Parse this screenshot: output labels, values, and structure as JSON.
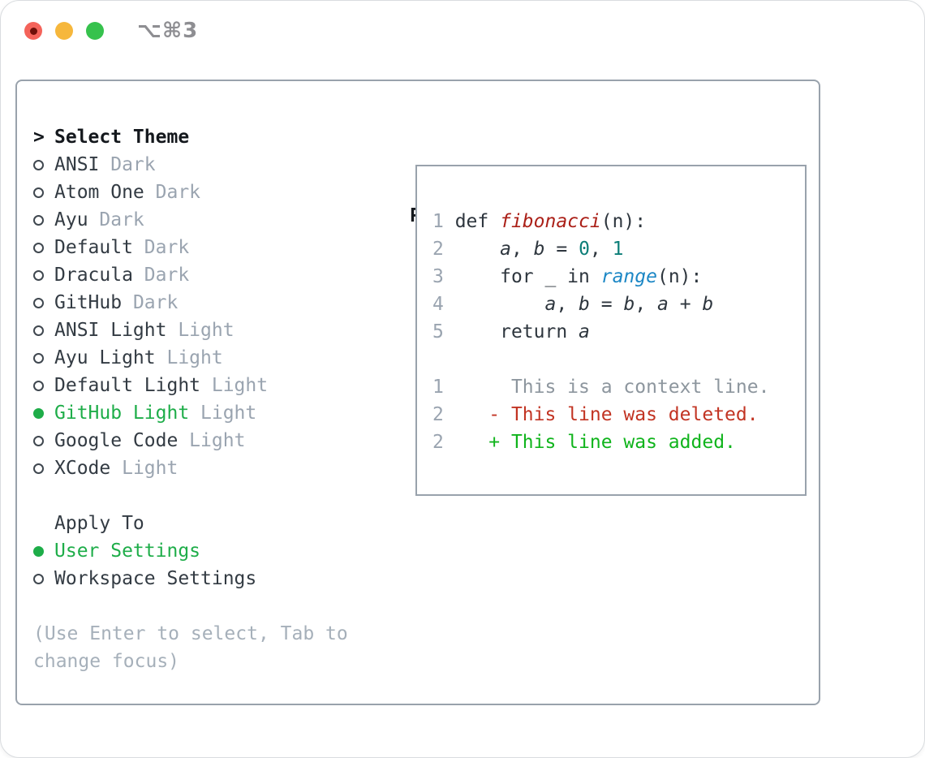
{
  "window": {
    "title": "⌥⌘3"
  },
  "traffic_lights": [
    "close",
    "minimize",
    "zoom"
  ],
  "theme_picker": {
    "left_rows": [
      {
        "type": "header",
        "prefix": ">",
        "text": "Select Theme"
      },
      {
        "type": "theme",
        "name": "ANSI",
        "variant": "Dark",
        "selected": false
      },
      {
        "type": "theme",
        "name": "Atom One",
        "variant": "Dark",
        "selected": false
      },
      {
        "type": "theme",
        "name": "Ayu",
        "variant": "Dark",
        "selected": false
      },
      {
        "type": "theme",
        "name": "Default",
        "variant": "Dark",
        "selected": false
      },
      {
        "type": "theme",
        "name": "Dracula",
        "variant": "Dark",
        "selected": false
      },
      {
        "type": "theme",
        "name": "GitHub",
        "variant": "Dark",
        "selected": false
      },
      {
        "type": "theme",
        "name": "ANSI Light",
        "variant": "Light",
        "selected": false
      },
      {
        "type": "theme",
        "name": "Ayu Light",
        "variant": "Light",
        "selected": false
      },
      {
        "type": "theme",
        "name": "Default Light",
        "variant": "Light",
        "selected": false
      },
      {
        "type": "theme",
        "name": "GitHub Light",
        "variant": "Light",
        "selected": true
      },
      {
        "type": "theme",
        "name": "Google Code",
        "variant": "Light",
        "selected": false
      },
      {
        "type": "theme",
        "name": "XCode",
        "variant": "Light",
        "selected": false
      },
      {
        "type": "blank"
      },
      {
        "type": "subheader",
        "text": "Apply To"
      },
      {
        "type": "target",
        "name": "User Settings",
        "selected": true
      },
      {
        "type": "target",
        "name": "Workspace Settings",
        "selected": false
      },
      {
        "type": "blank"
      },
      {
        "type": "hint",
        "text": "(Use Enter to select, Tab to"
      },
      {
        "type": "hint",
        "text": "change focus)"
      }
    ]
  },
  "preview": {
    "title": "Preview",
    "lines": [
      {
        "num": "1",
        "tokens": [
          [
            "plain",
            "def "
          ],
          [
            "func",
            "fibonacci"
          ],
          [
            "plain",
            "(n):"
          ]
        ]
      },
      {
        "num": "2",
        "tokens": [
          [
            "plain",
            "    "
          ],
          [
            "var",
            "a"
          ],
          [
            "plain",
            ", "
          ],
          [
            "var",
            "b"
          ],
          [
            "plain",
            " = "
          ],
          [
            "num",
            "0"
          ],
          [
            "plain",
            ", "
          ],
          [
            "num",
            "1"
          ]
        ]
      },
      {
        "num": "3",
        "tokens": [
          [
            "plain",
            "    for _ in "
          ],
          [
            "range",
            "range"
          ],
          [
            "plain",
            "(n):"
          ]
        ]
      },
      {
        "num": "4",
        "tokens": [
          [
            "plain",
            "        "
          ],
          [
            "var",
            "a"
          ],
          [
            "plain",
            ", "
          ],
          [
            "var",
            "b"
          ],
          [
            "plain",
            " = "
          ],
          [
            "var",
            "b"
          ],
          [
            "plain",
            ", "
          ],
          [
            "var",
            "a"
          ],
          [
            "plain",
            " + "
          ],
          [
            "var",
            "b"
          ]
        ]
      },
      {
        "num": "5",
        "tokens": [
          [
            "plain",
            "    return "
          ],
          [
            "var",
            "a"
          ]
        ]
      },
      {
        "num": "",
        "tokens": []
      },
      {
        "num": "1",
        "tokens": [
          [
            "ctx",
            "     This is a context line."
          ]
        ]
      },
      {
        "num": "2",
        "tokens": [
          [
            "del",
            "   - This line was deleted."
          ]
        ]
      },
      {
        "num": "2",
        "tokens": [
          [
            "add",
            "   + This line was added."
          ]
        ]
      }
    ]
  },
  "colors": {
    "selected_green": "#1ead49",
    "added_green": "#10b41c",
    "deleted_red": "#c23423",
    "function_red": "#ab2018",
    "number_teal": "#0c7e78",
    "builtin_blue": "#1c87c5",
    "muted_gray": "#9aa4b0",
    "panel_border": "#99a2ac",
    "traffic_red": "#f4635a",
    "traffic_yellow": "#f6b73c",
    "traffic_green": "#36c24d"
  }
}
